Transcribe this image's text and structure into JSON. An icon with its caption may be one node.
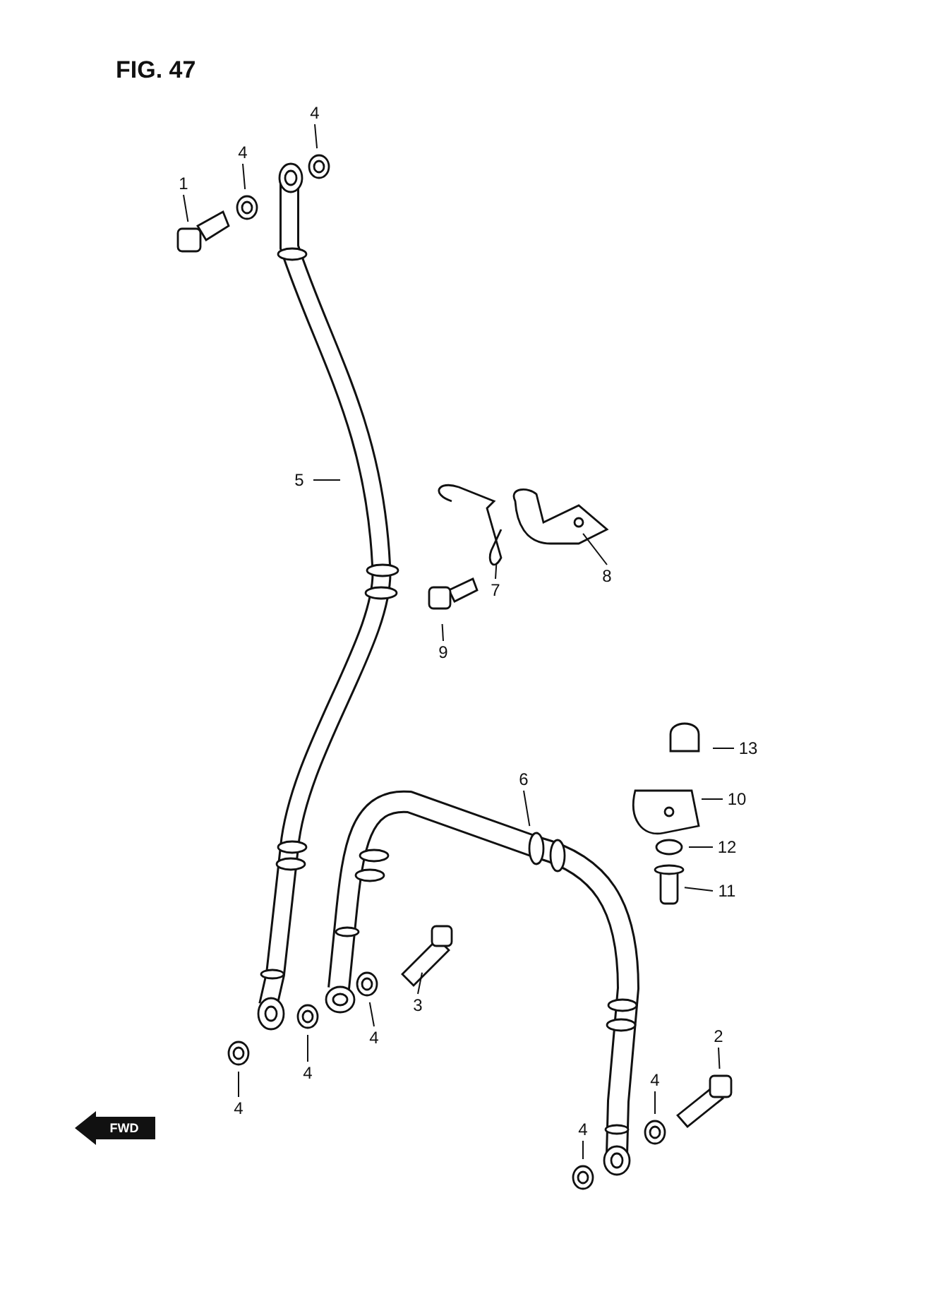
{
  "diagram": {
    "title": "FIG. 47",
    "nodes": [
      {
        "text": [
          "4"
        ]
      },
      {
        "text": [
          "4"
        ]
      },
      {
        "text": [
          "1"
        ]
      },
      {
        "text": [
          "5"
        ]
      },
      {
        "text": [
          "8"
        ]
      },
      {
        "text": [
          "7"
        ]
      },
      {
        "text": [
          "9"
        ]
      },
      {
        "text": [
          "13"
        ]
      },
      {
        "text": [
          "6"
        ]
      },
      {
        "text": [
          "10"
        ]
      },
      {
        "text": [
          "12"
        ]
      },
      {
        "text": [
          "11"
        ]
      },
      {
        "text": [
          "3"
        ]
      },
      {
        "text": [
          "4"
        ]
      },
      {
        "text": [
          "2"
        ]
      },
      {
        "text": [
          "4"
        ]
      },
      {
        "text": [
          "4"
        ]
      },
      {
        "text": [
          "4"
        ]
      },
      {
        "text": [
          "4"
        ]
      }
    ],
    "edges": [
      {
        "from": 0,
        "to": null,
        "arrow": "none"
      },
      {
        "from": 1,
        "to": null,
        "arrow": "none"
      },
      {
        "from": 2,
        "to": null,
        "arrow": "none"
      },
      {
        "from": 3,
        "to": null,
        "arrow": "none"
      },
      {
        "from": 4,
        "to": null,
        "arrow": "none"
      },
      {
        "from": 5,
        "to": null,
        "arrow": "none"
      },
      {
        "from": 6,
        "to": null,
        "arrow": "none"
      },
      {
        "from": 7,
        "to": null,
        "arrow": "none"
      },
      {
        "from": 8,
        "to": null,
        "arrow": "none"
      },
      {
        "from": 9,
        "to": null,
        "arrow": "none"
      },
      {
        "from": 10,
        "to": null,
        "arrow": "none"
      },
      {
        "from": 11,
        "to": null,
        "arrow": "none"
      },
      {
        "from": 12,
        "to": null,
        "arrow": "none"
      },
      {
        "from": 13,
        "to": null,
        "arrow": "none"
      },
      {
        "from": 14,
        "to": null,
        "arrow": "none"
      },
      {
        "from": 15,
        "to": null,
        "arrow": "none"
      },
      {
        "from": 16,
        "to": null,
        "arrow": "none"
      },
      {
        "from": 17,
        "to": null,
        "arrow": "none"
      },
      {
        "from": 18,
        "to": null,
        "arrow": "none"
      }
    ],
    "labels": [
      "FWD"
    ]
  }
}
